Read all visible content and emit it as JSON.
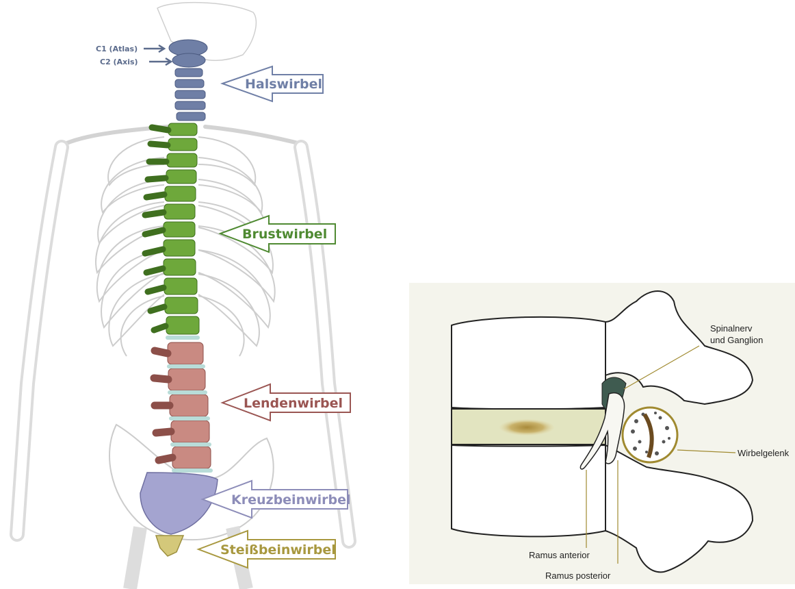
{
  "spine_diagram": {
    "top_labels": {
      "c1": "C1 (Atlas)",
      "c2": "C2 (Axis)"
    },
    "regions": [
      {
        "label": "Halswirbel",
        "color": "#6f7fa6"
      },
      {
        "label": "Brustwirbel",
        "color": "#4f8a32"
      },
      {
        "label": "Lendenwirbel",
        "color": "#9a5552"
      },
      {
        "label": "Kreuzbeinwirbel",
        "color": "#8c8cb8"
      },
      {
        "label": "Steißbeinwirbel",
        "color": "#a8983f"
      }
    ]
  },
  "detail_diagram": {
    "labels": {
      "spinal_nerve": "Spinalnerv und Ganglion",
      "spinal_nerve_line1": "Spinalnerv",
      "spinal_nerve_line2": "und Ganglion",
      "facet_joint": "Wirbelgelenk",
      "ramus_anterior": "Ramus anterior",
      "ramus_posterior": "Ramus posterior"
    }
  }
}
